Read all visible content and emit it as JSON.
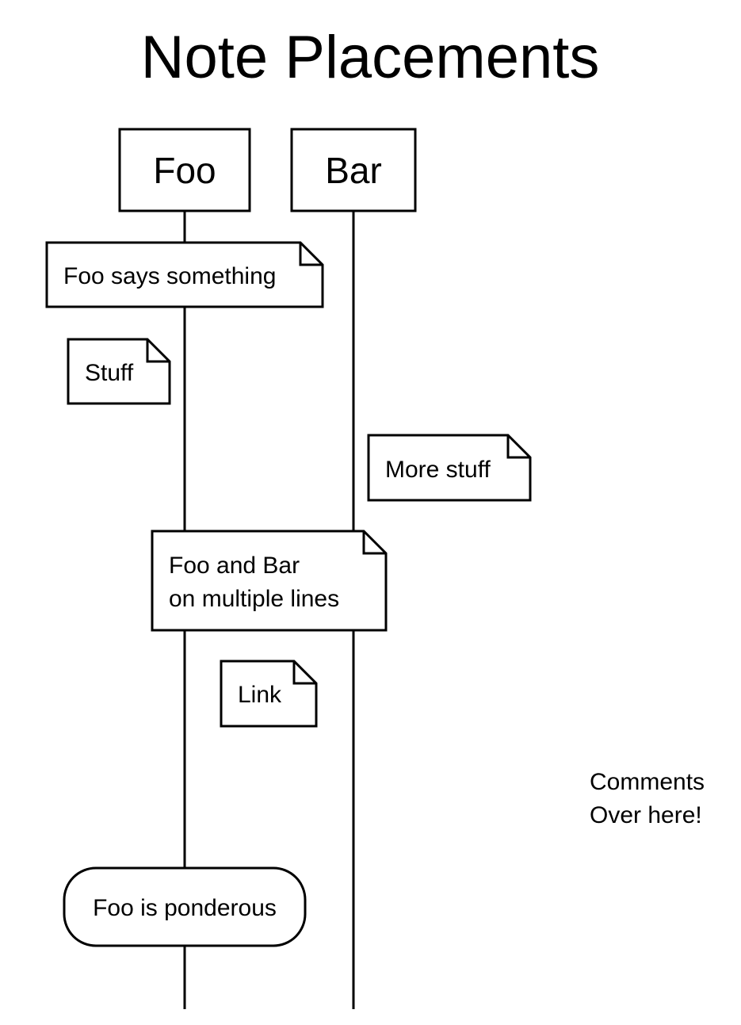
{
  "title": "Note Placements",
  "actors": {
    "foo": "Foo",
    "bar": "Bar"
  },
  "notes": {
    "foo_says": "Foo says something",
    "stuff": "Stuff",
    "more_stuff": "More stuff",
    "foo_and_bar": [
      "Foo and Bar",
      "on multiple lines"
    ],
    "link": "Link",
    "ponderous": "Foo is ponderous"
  },
  "comments": [
    "Comments",
    "Over here!"
  ]
}
